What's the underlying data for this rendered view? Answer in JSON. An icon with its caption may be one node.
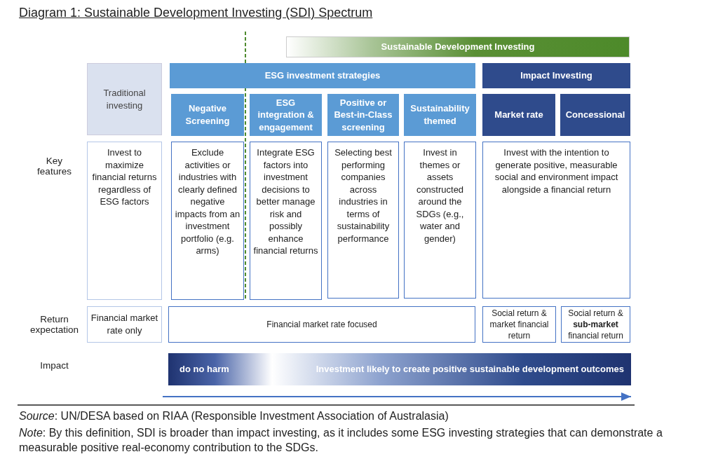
{
  "diagram": {
    "title": "Diagram 1: Sustainable Development Investing (SDI) Spectrum",
    "caption": "*Source*: UN/DESA based on RIAA (Responsible Investment Association of Australasia)",
    "nodes": [
      {
        "text": [
          "Sustainable Development Investing"
        ]
      },
      {
        "text": [
          "Traditional investing"
        ]
      },
      {
        "text": [
          "ESG investment strategies"
        ]
      },
      {
        "text": [
          "Impact Investing"
        ]
      },
      {
        "text": [
          "Negative Screening"
        ]
      },
      {
        "text": [
          "ESG integration & engagement"
        ]
      },
      {
        "text": [
          "Positive or Best-in-Class screening"
        ]
      },
      {
        "text": [
          "Sustainability themed"
        ]
      },
      {
        "text": [
          "Market rate"
        ]
      },
      {
        "text": [
          "Concessional"
        ]
      },
      {
        "text": [
          "Invest to maximize financial returns regardless of ESG factors"
        ]
      },
      {
        "text": [
          "Exclude activities or industries with clearly defined negative impacts from an investment portfolio (e.g. arms)"
        ]
      },
      {
        "text": [
          "Integrate ESG factors into investment decisions to better manage risk and possibly enhance financial returns"
        ]
      },
      {
        "text": [
          "Selecting best performing companies across industries in terms of sustainability performance"
        ]
      },
      {
        "text": [
          "Invest in themes or assets constructed around the SDGs (e.g., water and gender)"
        ]
      },
      {
        "text": [
          "Invest with the intention to generate positive, measurable social and environment impact alongside a financial return"
        ]
      },
      {
        "text": [
          "Financial market rate only"
        ]
      },
      {
        "text": [
          "Financial market rate focused"
        ]
      },
      {
        "text": [
          "Social return & market financial return"
        ]
      },
      {
        "text": [
          "Social return & **sub-market** financial return"
        ]
      },
      {
        "text": [
          "do no harm"
        ]
      },
      {
        "text": [
          "Investment likely to create positive sustainable development outcomes"
        ]
      }
    ],
    "labels": [
      "Key features",
      "Return expectation",
      "Impact",
      "*Note*: By this definition, SDI is broader than impact investing, as it includes some ESG investing strategies that can demonstrate a measurable positive real-economy contribution to the SDGs."
    ]
  }
}
